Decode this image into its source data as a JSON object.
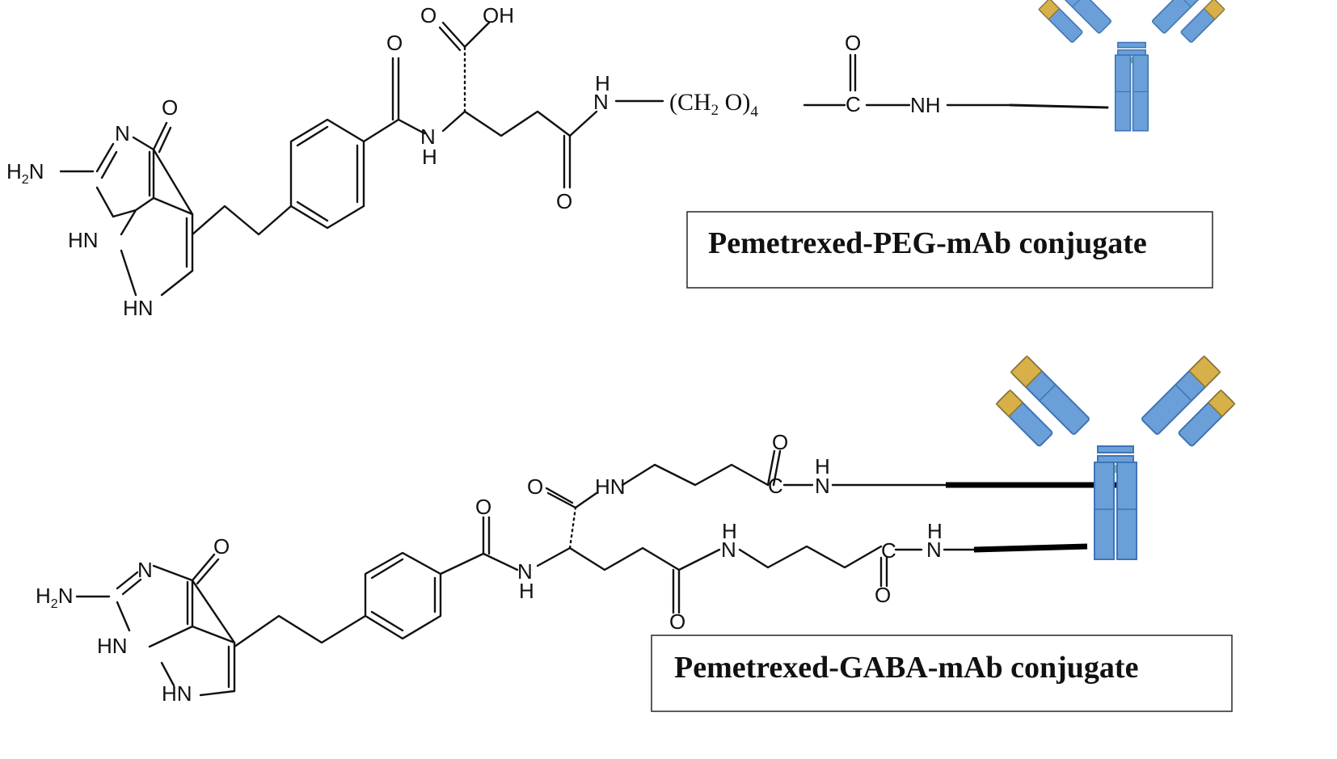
{
  "diagram": {
    "conjugate_1": {
      "caption": "Pemetrexed-PEG-mAb conjugate",
      "atoms": {
        "amine": "H2N",
        "amine_main": "H",
        "amine_sub": "2",
        "amine_n": "N",
        "n_ring": "N",
        "ketone_o": "O",
        "nh_ring1": "HN",
        "nh_ring2": "HN",
        "amide_o": "O",
        "amide_nh_n": "N",
        "amide_nh_h": "H",
        "acid_o": "O",
        "acid_oh": "OH",
        "chain_o": "O",
        "nh_link_h": "H",
        "nh_link_n": "N",
        "peg_open": "(CH",
        "peg_sub2": "2",
        "peg_close": " O)",
        "peg_sub4": "4",
        "linker_c": "C",
        "linker_o": "O",
        "linker_nh": "NH"
      }
    },
    "conjugate_2": {
      "caption": "Pemetrexed-GABA-mAb conjugate",
      "atoms": {
        "amine_main": "H",
        "amine_sub": "2",
        "amine_n": "N",
        "n_ring": "N",
        "ketone_o": "O",
        "nh_ring1": "HN",
        "nh_ring2": "HN",
        "amide_o": "O",
        "amide_nh_n": "N",
        "amide_nh_h": "H",
        "upper_o": "O",
        "upper_hn": "HN",
        "upper_c_o": "O",
        "upper_c": "C",
        "upper_n_h": "H",
        "upper_n": "N",
        "chain_o": "O",
        "lower_n_h": "H",
        "lower_n": "N",
        "lower_c": "C",
        "lower_c_o": "O",
        "lower_n2_h": "H",
        "lower_n2": "N"
      }
    },
    "colors": {
      "antibody_body": "#6a9fd8",
      "antibody_tip": "#d8b04a",
      "disulfide": "#4caf50"
    },
    "icons": [
      "antibody-icon"
    ]
  }
}
